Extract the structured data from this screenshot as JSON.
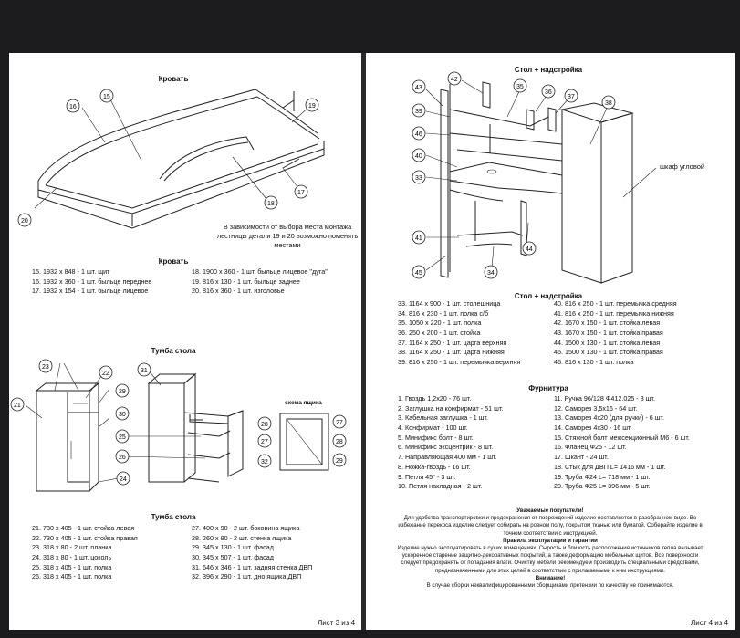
{
  "page3": {
    "bed": {
      "title": "Кровать",
      "note": [
        "В зависимости от выбора места монтажа",
        "лестницы детали 19 и 20 возможно поменять",
        "местами"
      ],
      "callouts": [
        "15",
        "16",
        "19",
        "17",
        "18",
        "20"
      ],
      "parts_title": "Кровать",
      "parts_left": [
        "15. 1932 x 848 - 1 шт. щит",
        "16. 1932 x 360 - 1 шт. быльце переднее",
        "17. 1932 x 154 - 1 шт. быльце лицевое"
      ],
      "parts_right": [
        "18. 1900 x 360 - 1 шт. быльце лицевое \"дуга\"",
        "19. 816 x 130 - 1 шт. быльце заднее",
        "20. 816 x 360 - 1 шт. изголовье"
      ]
    },
    "tumba": {
      "title": "Тумба стола",
      "scheme_label": "схема ящика",
      "callouts": [
        "23",
        "22",
        "21",
        "29",
        "30",
        "31",
        "25",
        "26",
        "24",
        "28",
        "27",
        "27",
        "28",
        "32",
        "29"
      ],
      "parts_title": "Тумба стола",
      "parts_left": [
        "21. 730 x 405 - 1 шт. стойка левая",
        "22. 730 x 405 - 1 шт. стойка правая",
        "23. 318 x 80 - 2 шт. планка",
        "24. 318 x 80 - 1 шт. цоколь",
        "25. 318 x 405 - 1 шт. полка",
        "26. 318 x 405 - 1 шт. полка"
      ],
      "parts_right": [
        "27. 400 x 90 - 2 шт. боковина ящика",
        "28. 260 x 90 - 2 шт. стенка ящика",
        "29. 345 x 130 - 1 шт. фасад",
        "30. 345 x 507 - 1 шт. фасад",
        "31. 646 x 346 - 1 шт. задняя стенка ДВП",
        "32. 396 x 290 - 1 шт. дно ящика ДВП"
      ]
    },
    "page_number": "Лист 3 из 4"
  },
  "page4": {
    "desk_title": "Стол + надстройка",
    "wardrobe_label": "шкаф угловой",
    "callouts": [
      "42",
      "43",
      "35",
      "36",
      "37",
      "39",
      "38",
      "46",
      "40",
      "33",
      "41",
      "44",
      "45",
      "34"
    ],
    "parts_title": "Стол + надстройка",
    "parts_left": [
      "33. 1164 x 900 - 1 шт. столешница",
      "34. 816 x 230 - 1 шт. полка с/б",
      "35. 1050 x 220 - 1 шт. полка",
      "36. 250 x 200 - 1 шт. стойка",
      "37. 1164 x 250 - 1 шт. царга верхняя",
      "38. 1164 x 250 - 1 шт. царга нижняя",
      "39. 816 x 250 - 1 шт. перемычка верхняя"
    ],
    "parts_right": [
      "40. 816 x 250 - 1 шт. перемычка средняя",
      "41. 816 x 250 - 1 шт. перемычка нижняя",
      "42. 1670 x 150 - 1 шт. стойка левая",
      "43. 1670 x 150 - 1 шт. стойка правая",
      "44. 1500 x 130 - 1 шт. стойка левая",
      "45. 1500 x 130 - 1 шт. стойка правая",
      "46. 816 x 130 - 1 шт. полка"
    ],
    "hardware_title": "Фурнитура",
    "hardware_left": [
      "1. Гвоздь 1,2x20 - 76 шт.",
      "2. Заглушка на конфирмат - 51 шт.",
      "3. Кабельная заглушка - 1 шт.",
      "4. Конфирмат - 100 шт.",
      "5. Минификс болт - 8 шт.",
      "6. Минификс эксцентрик - 8 шт.",
      "7. Направляющая 400 мм - 1 шт.",
      "8. Ножка-гвоздь - 16 шт.",
      "9. Петля 45° - 3 шт.",
      "10. Петля накладная - 2 шт."
    ],
    "hardware_right": [
      "11. Ручка 96/128 Ф412.025 - 3 шт.",
      "12. Саморез 3,5x16 - 64 шт.",
      "13. Саморез 4x20 (для ручки) - 6 шт.",
      "14. Саморез 4x30 - 16 шт.",
      "15. Стяжной болт межсекционный М6 - 6 шт.",
      "16. Фланец Ф25 - 12 шт.",
      "17. Шкант - 24 шт.",
      "18. Стык для ДВП L= 1416 мм - 1 шт.",
      "19. Труба Ф24 L= 718 мм - 1 шт.",
      "20. Труба Ф25 L= 396 мм - 5 шт."
    ],
    "customers_title": "Уважаемые покупатели!",
    "customers_text": [
      "Для удобства транспортировки и предохранения от повреждений изделие поставляется в разобранном виде. Во",
      "избежание перекоса изделие следует собирать на ровном полу, покрытом тканью или бумагой. Соберайте изделие в",
      "точном соответствии с инструкцией."
    ],
    "rules_title": "Правила эксплуатации и гарантии",
    "rules_text": [
      "Изделие нужно эксплуатировать в сухих помещениях. Сырость и близость расположения источников тепла вызывает",
      "ускоренное старение защитно-декоративных покрытий, а также деформацию мебельных щитов. Все поверхности",
      "следует предохранять от попадания влаги. Очистку мебели рекомендуем производить специальными средствами,",
      "предназначенными для этих целей в соответствии с прилагаемыми к ним инструкциями."
    ],
    "attention_title": "Внимание!",
    "attention_text": "В случае сборки неквалифицированными сборщиками претензии по качеству не принимаются.",
    "page_number": "Лист 4 из 4"
  }
}
